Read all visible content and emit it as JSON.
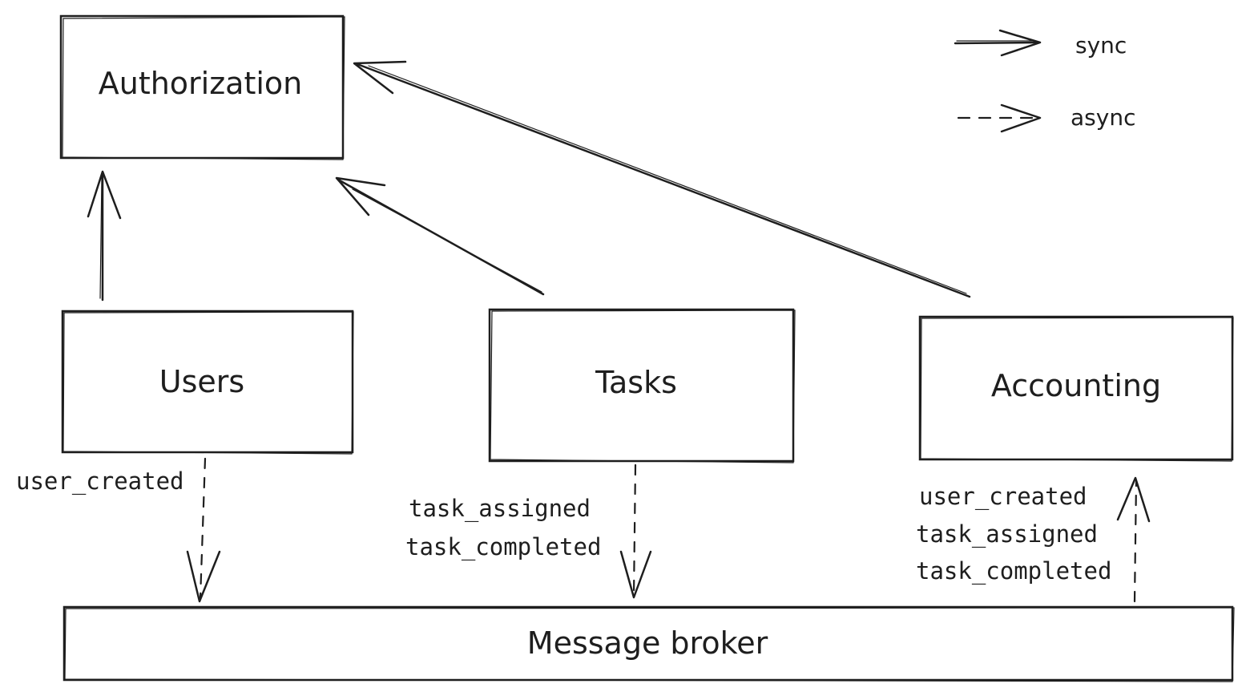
{
  "nodes": {
    "authorization": {
      "label": "Authorization"
    },
    "users": {
      "label": "Users"
    },
    "tasks": {
      "label": "Tasks"
    },
    "accounting": {
      "label": "Accounting"
    },
    "message_broker": {
      "label": "Message broker"
    }
  },
  "edges": {
    "users_to_authorization": {
      "style": "sync"
    },
    "tasks_to_authorization": {
      "style": "sync"
    },
    "accounting_to_authorization": {
      "style": "sync"
    },
    "users_to_broker": {
      "style": "async",
      "events": [
        "user_created"
      ]
    },
    "tasks_to_broker": {
      "style": "async",
      "events": [
        "task_assigned",
        "task_completed"
      ]
    },
    "broker_to_accounting": {
      "style": "async",
      "events": [
        "user_created",
        "task_assigned",
        "task_completed"
      ]
    }
  },
  "legend": {
    "sync": "sync",
    "async": "async"
  },
  "colors": {
    "stroke": "#1e1e1e",
    "background": "#ffffff"
  }
}
